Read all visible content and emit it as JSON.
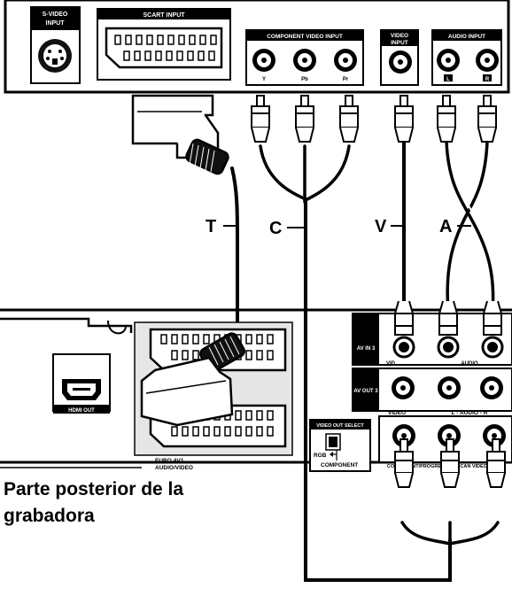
{
  "tv_panel": {
    "svideo_label_1": "S-VIDEO",
    "svideo_label_2": "INPUT",
    "scart_label": "SCART INPUT",
    "component_label": "COMPONENT VIDEO INPUT",
    "component_jacks": [
      "Y",
      "Pb",
      "Pr"
    ],
    "video_label_1": "VIDEO",
    "video_label_2": "INPUT",
    "audio_label": "AUDIO INPUT",
    "audio_jacks": [
      "L",
      "R"
    ]
  },
  "cables": {
    "scart": "T",
    "component": "C",
    "video": "V",
    "audio": "A"
  },
  "recorder": {
    "hdmi_label": "HDMI OUT",
    "euro_label_1": "EURO AV1",
    "euro_label_2": "AUDIO/VIDEO",
    "av_in3": "AV IN 3",
    "av_out3": "AV OUT 3",
    "video_text": "VIDEO",
    "audio_row1": "AUDIO",
    "audio_row2": "L - AUDIO - R",
    "video_out_select": "VIDEO OUT SELECT",
    "rgb": "RGB",
    "component_switch": "COMPONENT",
    "progressive_label": "COMPONENT/PROGRESSIVE SCAN VIDEO OUT",
    "vid_partial": "VID"
  },
  "caption": {
    "line1": "Parte posterior de la",
    "line2": "grabadora"
  },
  "colors": {
    "ink": "#000000",
    "paper": "#ffffff",
    "panel_fill": "#e6e6e6"
  }
}
